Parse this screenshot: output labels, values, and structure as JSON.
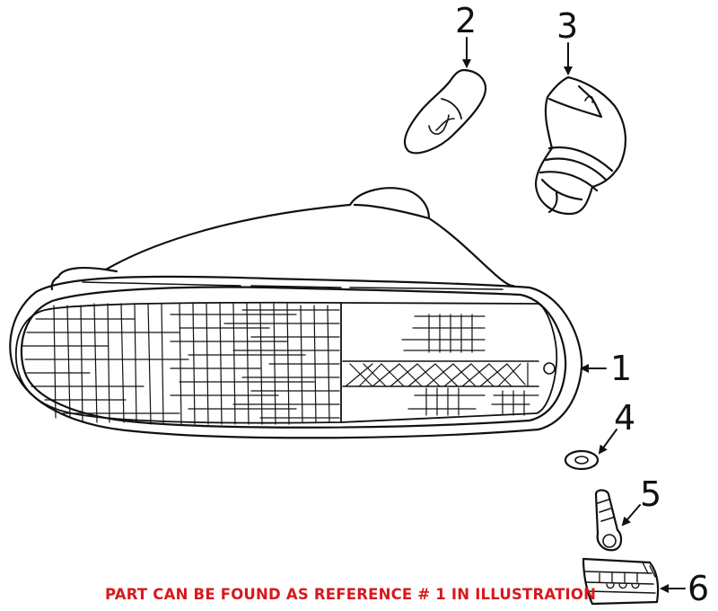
{
  "diagram": {
    "type": "exploded-parts-illustration",
    "subject": "Turn signal / parking lamp assembly",
    "line_color": "#111111",
    "callouts": [
      {
        "ref": "1",
        "label": "1",
        "part": "lamp-assembly"
      },
      {
        "ref": "2",
        "label": "2",
        "part": "bulb"
      },
      {
        "ref": "3",
        "label": "3",
        "part": "bulb-socket"
      },
      {
        "ref": "4",
        "label": "4",
        "part": "washer"
      },
      {
        "ref": "5",
        "label": "5",
        "part": "screw"
      },
      {
        "ref": "6",
        "label": "6",
        "part": "clip-nut"
      }
    ]
  },
  "note": {
    "text": "PART CAN BE FOUND AS REFERENCE # 1 IN ILLUSTRATION",
    "color": "#d7191c"
  }
}
